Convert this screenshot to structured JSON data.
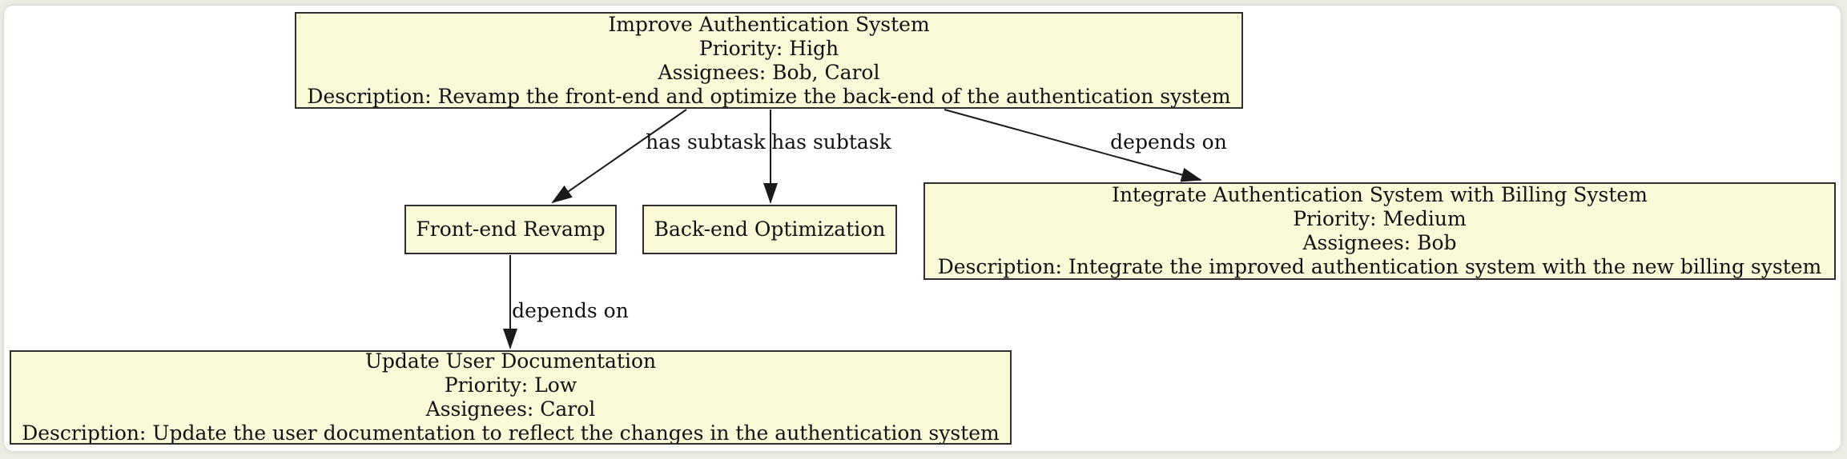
{
  "page": {
    "outer_background": "#EDECE4",
    "canvas_background": "#FFFFFF"
  },
  "diagram": {
    "type": "task-dependency-graph",
    "style": {
      "node_fill": "#FAFAD8",
      "node_border": "#2E2E2E",
      "edge_color": "#1A1A1A",
      "text_color": "#111111"
    },
    "nodes": {
      "improve_auth": {
        "title": "Improve Authentication System",
        "priority": "Priority: High",
        "assignees": "Assignees: Bob, Carol",
        "description": "Description: Revamp the front-end and optimize the back-end of the authentication system"
      },
      "frontend": {
        "title": "Front-end Revamp"
      },
      "backend": {
        "title": "Back-end Optimization"
      },
      "integrate": {
        "title": "Integrate Authentication System with Billing System",
        "priority": "Priority: Medium",
        "assignees": "Assignees: Bob",
        "description": "Description: Integrate the improved authentication system with the new billing system"
      },
      "docs": {
        "title": "Update User Documentation",
        "priority": "Priority: Low",
        "assignees": "Assignees: Carol",
        "description": "Description: Update the user documentation to reflect the changes in the authentication system"
      }
    },
    "edge_labels": {
      "has_subtask_1": "has subtask",
      "has_subtask_2": "has subtask",
      "depends_on_right": "depends on",
      "depends_on_left": "depends on"
    },
    "edges": [
      {
        "from": "Improve Authentication System",
        "to": "Front-end Revamp",
        "label": "has subtask"
      },
      {
        "from": "Improve Authentication System",
        "to": "Back-end Optimization",
        "label": "has subtask"
      },
      {
        "from": "Improve Authentication System",
        "to": "Integrate Authentication System with Billing System",
        "label": "depends on"
      },
      {
        "from": "Front-end Revamp",
        "to": "Update User Documentation",
        "label": "depends on"
      }
    ]
  }
}
